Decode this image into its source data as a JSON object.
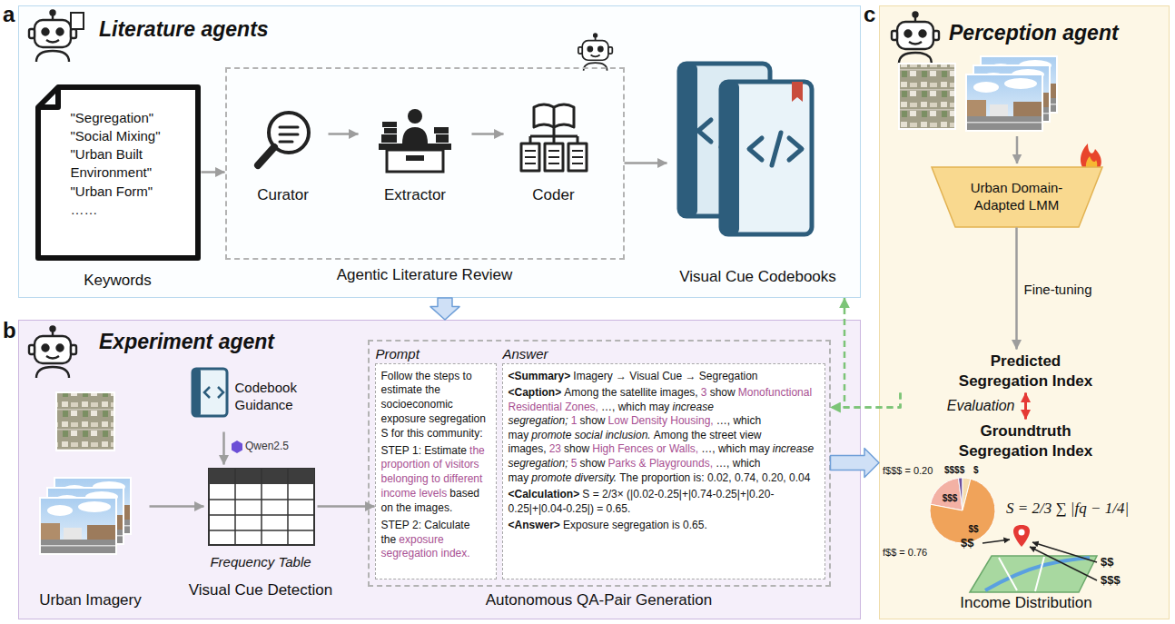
{
  "diagram": {
    "nodes": [
      {
        "text": [
          "Literature agents"
        ]
      },
      {
        "text": [
          "\"Segregation\"",
          "\"Social Mixing\"",
          "\"Urban Built Environment\"",
          "\"Urban Form\"",
          "……",
          "Keywords"
        ],
        "in": 0
      },
      {
        "text": [
          "Agentic Literature Review"
        ],
        "in": 0
      },
      {
        "text": [
          "Curator"
        ],
        "in": 2
      },
      {
        "text": [
          "Extractor"
        ],
        "in": 2
      },
      {
        "text": [
          "Coder"
        ],
        "in": 2
      },
      {
        "text": [
          "Visual Cue Codebooks"
        ],
        "in": 0
      },
      {
        "text": [
          "Experiment agent"
        ]
      },
      {
        "text": [
          "Urban Imagery"
        ],
        "in": 7
      },
      {
        "text": [
          "Codebook Guidance"
        ],
        "in": 7
      },
      {
        "text": [
          "Frequency Table",
          "Visual Cue Detection"
        ],
        "in": 7
      },
      {
        "text": [
          "Autonomous QA-Pair Generation"
        ],
        "in": 7
      },
      {
        "text": [
          "Prompt",
          "Follow the steps to estimate the socioeconomic exposure segregation S for this community:",
          "STEP 1: Estimate",
          "the proportion of visitors belonging to different income levels",
          "based on the images.",
          "STEP 2: Calculate the",
          "exposure segregation index."
        ],
        "in": 11
      },
      {
        "text": [
          "Answer",
          "<Summary>",
          "Imagery → Visual Cue → Segregation",
          "<Caption>",
          "Among the satellite images,",
          "3",
          "show",
          "Monofunctional Residential Zones,",
          "…, which may",
          "increase segregation;",
          "1",
          "show",
          "Low Density Housing,",
          "…, which may",
          "promote social inclusion.",
          "Among the street view images,",
          "23",
          "show",
          "High Fences or Walls,",
          "…, which may",
          "increase segregation;",
          "5",
          "show",
          "Parks & Playgrounds,",
          "…, which may",
          "promote diversity.",
          "The proportion is: 0.02, 0.74, 0.20, 0.04",
          "<Calculation>",
          "S = 2/3× (|0.02-0.25|+|0.74-0.25|+|0.20-0.25|+|0.04-0.25|) = 0.65.",
          "<Answer>",
          "Exposure segregation is 0.65."
        ],
        "in": 11
      },
      {
        "text": [
          "Perception agent"
        ]
      },
      {
        "text": [
          "Urban Domain-Adapted LMM"
        ],
        "in": 14
      },
      {
        "text": [
          "Predicted Segregation Index"
        ],
        "in": 14
      },
      {
        "text": [
          "Groundtruth Segregation Index"
        ],
        "in": 14
      }
    ],
    "edges": [
      {
        "from": 1,
        "to": 2,
        "arrow": "to"
      },
      {
        "from": 3,
        "to": 4,
        "arrow": "to"
      },
      {
        "from": 4,
        "to": 5,
        "arrow": "to"
      },
      {
        "from": 2,
        "to": 6,
        "arrow": "to"
      },
      {
        "from": 0,
        "to": 7,
        "arrow": "to"
      },
      {
        "from": 8,
        "to": 10,
        "arrow": "to"
      },
      {
        "from": 9,
        "to": 10,
        "arrow": "to"
      },
      {
        "from": 10,
        "to": 12,
        "arrow": "to"
      },
      {
        "from": 11,
        "to": 14,
        "arrow": "to"
      },
      {
        "from": 15,
        "to": 16,
        "label": "Fine-tuning",
        "arrow": "to"
      },
      {
        "from": 16,
        "to": 17,
        "label": "Evaluation",
        "arrow": "both"
      },
      {
        "from": 16,
        "to": 0,
        "arrow": "to"
      },
      {
        "from": 16,
        "to": 11,
        "arrow": "to"
      }
    ],
    "labels": [
      "a",
      "b",
      "c",
      "Qwen2.5",
      "f$$$ = 0.20",
      "$$$$",
      "$",
      "$$$",
      "$$",
      "f$$ = 0.76",
      "S = 2/3 ∑ |fq − 1/4|",
      "$$",
      "$$",
      "$$$",
      "Income Distribution"
    ]
  }
}
